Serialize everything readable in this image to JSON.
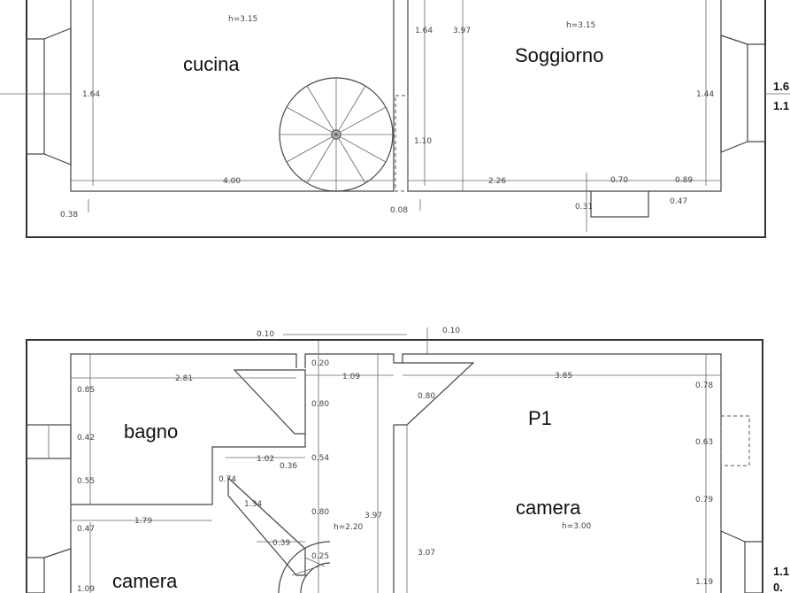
{
  "rooms": {
    "cucina": "cucina",
    "soggiorno": "Soggiorno",
    "bagno": "bagno",
    "p1": "P1",
    "camera_right": "camera",
    "camera_left": "camera"
  },
  "heights": {
    "upper_left": "h=3.15",
    "upper_right": "h=3.15",
    "lower_mid": "h=2.20",
    "lower_right": "h=3.00"
  },
  "dims_upper": {
    "d164_left": "1.64",
    "d400": "4.00",
    "d038": "0.38",
    "d164_mid": "1.64",
    "d397": "3.97",
    "d110": "1.10",
    "d008": "0.08",
    "d226": "2.26",
    "d070": "0.70",
    "d089": "0.89",
    "d144": "1.44",
    "d031": "0.31",
    "d047": "0.47",
    "edge_a": "1.6",
    "edge_b": "1.1"
  },
  "dims_lower": {
    "d010_a": "0.10",
    "d010_b": "0.10",
    "d020": "0.20",
    "d281": "2.81",
    "d109": "1.09",
    "d385": "3.85",
    "d085": "0.85",
    "d080_a": "0.80",
    "d080_b": "0.80",
    "d078": "0.78",
    "d042": "0.42",
    "d054": "0.54",
    "d063": "0.63",
    "d102": "1.02",
    "d036": "0.36",
    "d055": "0.55",
    "d074": "0.74",
    "d134": "1.34",
    "d179": "1.79",
    "d080_c": "0.80",
    "d397": "3.97",
    "d079": "0.79",
    "d047": "0.47",
    "d039": "0.39",
    "d025": "0.25",
    "d307": "3.07",
    "d109_b": "1.09",
    "d119": "1.19",
    "edge_a": "1.1",
    "edge_b": "0."
  }
}
